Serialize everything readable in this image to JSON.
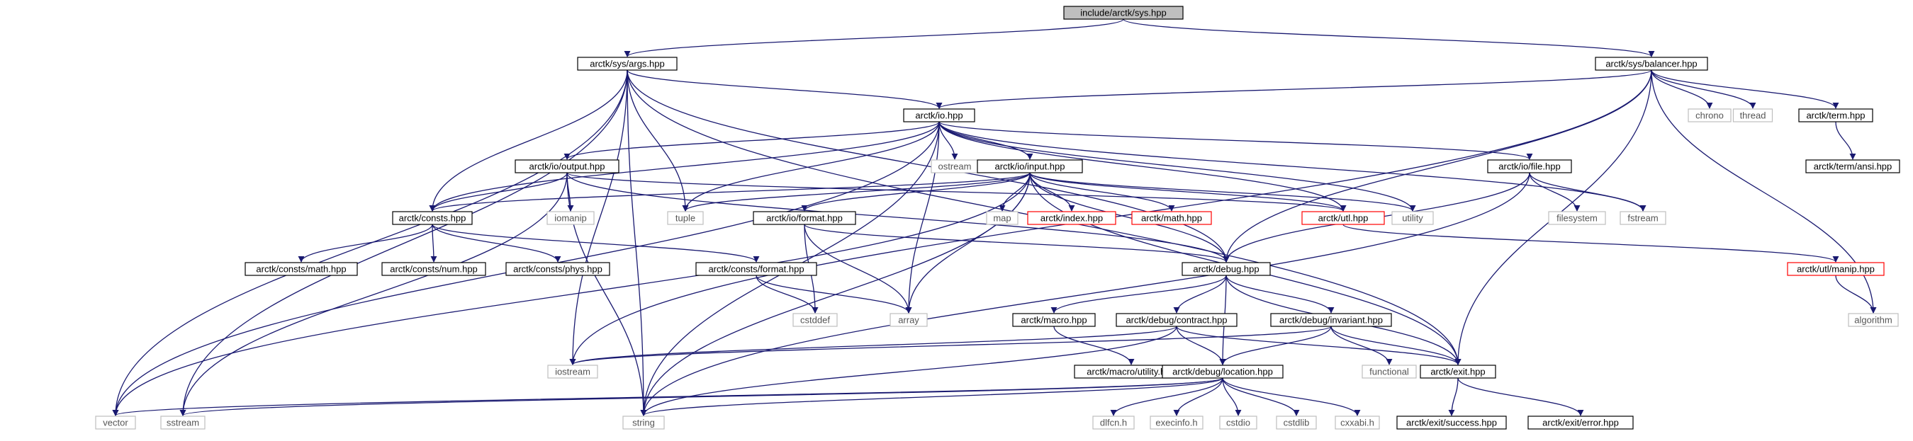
{
  "colors": {
    "edge": "#191970",
    "border_normal": "#000000",
    "border_external": "#bfbfbf",
    "border_truncated": "#ff0000",
    "root_fill": "#bfbfbf",
    "node_fill": "#ffffff",
    "text": "#000000",
    "text_external": "#555555"
  },
  "nodes": [
    {
      "id": "root",
      "label": "include/arctk/sys.hpp",
      "kind": "root"
    },
    {
      "id": "args",
      "label": "arctk/sys/args.hpp",
      "kind": "normal"
    },
    {
      "id": "balancer",
      "label": "arctk/sys/balancer.hpp",
      "kind": "normal"
    },
    {
      "id": "io",
      "label": "arctk/io.hpp",
      "kind": "normal"
    },
    {
      "id": "chrono",
      "label": "chrono",
      "kind": "external"
    },
    {
      "id": "thread",
      "label": "thread",
      "kind": "external"
    },
    {
      "id": "term",
      "label": "arctk/term.hpp",
      "kind": "normal"
    },
    {
      "id": "termansi",
      "label": "arctk/term/ansi.hpp",
      "kind": "normal"
    },
    {
      "id": "ostream",
      "label": "ostream",
      "kind": "external"
    },
    {
      "id": "output",
      "label": "arctk/io/output.hpp",
      "kind": "normal"
    },
    {
      "id": "input",
      "label": "arctk/io/input.hpp",
      "kind": "normal"
    },
    {
      "id": "file",
      "label": "arctk/io/file.hpp",
      "kind": "normal"
    },
    {
      "id": "consts",
      "label": "arctk/consts.hpp",
      "kind": "normal"
    },
    {
      "id": "iomanip",
      "label": "iomanip",
      "kind": "external"
    },
    {
      "id": "tuple",
      "label": "tuple",
      "kind": "external"
    },
    {
      "id": "format",
      "label": "arctk/io/format.hpp",
      "kind": "normal"
    },
    {
      "id": "map",
      "label": "map",
      "kind": "external"
    },
    {
      "id": "index",
      "label": "arctk/index.hpp",
      "kind": "truncated"
    },
    {
      "id": "math",
      "label": "arctk/math.hpp",
      "kind": "truncated"
    },
    {
      "id": "utl",
      "label": "arctk/utl.hpp",
      "kind": "truncated"
    },
    {
      "id": "utility",
      "label": "utility",
      "kind": "external"
    },
    {
      "id": "filesystem",
      "label": "filesystem",
      "kind": "external"
    },
    {
      "id": "fstream",
      "label": "fstream",
      "kind": "external"
    },
    {
      "id": "cmath",
      "label": "arctk/consts/math.hpp",
      "kind": "normal"
    },
    {
      "id": "cnum",
      "label": "arctk/consts/num.hpp",
      "kind": "normal"
    },
    {
      "id": "cphys",
      "label": "arctk/consts/phys.hpp",
      "kind": "normal"
    },
    {
      "id": "cformat",
      "label": "arctk/consts/format.hpp",
      "kind": "normal"
    },
    {
      "id": "debug",
      "label": "arctk/debug.hpp",
      "kind": "normal"
    },
    {
      "id": "manip",
      "label": "arctk/utl/manip.hpp",
      "kind": "truncated"
    },
    {
      "id": "cstddef",
      "label": "cstddef",
      "kind": "external"
    },
    {
      "id": "array",
      "label": "array",
      "kind": "external"
    },
    {
      "id": "algorithm",
      "label": "algorithm",
      "kind": "external"
    },
    {
      "id": "macro",
      "label": "arctk/macro.hpp",
      "kind": "normal"
    },
    {
      "id": "contract",
      "label": "arctk/debug/contract.hpp",
      "kind": "normal"
    },
    {
      "id": "invariant",
      "label": "arctk/debug/invariant.hpp",
      "kind": "normal"
    },
    {
      "id": "iostream",
      "label": "iostream",
      "kind": "external"
    },
    {
      "id": "macroutil",
      "label": "arctk/macro/utility.hpp",
      "kind": "normal"
    },
    {
      "id": "functional",
      "label": "functional",
      "kind": "external"
    },
    {
      "id": "exit",
      "label": "arctk/exit.hpp",
      "kind": "normal"
    },
    {
      "id": "location",
      "label": "arctk/debug/location.hpp",
      "kind": "normal"
    },
    {
      "id": "vector",
      "label": "vector",
      "kind": "external"
    },
    {
      "id": "sstream",
      "label": "sstream",
      "kind": "external"
    },
    {
      "id": "string",
      "label": "string",
      "kind": "external"
    },
    {
      "id": "dlfcn",
      "label": "dlfcn.h",
      "kind": "external"
    },
    {
      "id": "execinfo",
      "label": "execinfo.h",
      "kind": "external"
    },
    {
      "id": "cstdio",
      "label": "cstdio",
      "kind": "external"
    },
    {
      "id": "cstdlib",
      "label": "cstdlib",
      "kind": "external"
    },
    {
      "id": "cxxabi",
      "label": "cxxabi.h",
      "kind": "external"
    },
    {
      "id": "success",
      "label": "arctk/exit/success.hpp",
      "kind": "normal"
    },
    {
      "id": "error",
      "label": "arctk/exit/error.hpp",
      "kind": "normal"
    }
  ],
  "edges": [
    [
      "root",
      "args"
    ],
    [
      "root",
      "balancer"
    ],
    [
      "args",
      "io"
    ],
    [
      "args",
      "consts"
    ],
    [
      "args",
      "tuple"
    ],
    [
      "args",
      "debug"
    ],
    [
      "args",
      "exit"
    ],
    [
      "args",
      "vector"
    ],
    [
      "args",
      "sstream"
    ],
    [
      "args",
      "string"
    ],
    [
      "args",
      "iostream"
    ],
    [
      "balancer",
      "io"
    ],
    [
      "balancer",
      "chrono"
    ],
    [
      "balancer",
      "thread"
    ],
    [
      "balancer",
      "term"
    ],
    [
      "balancer",
      "algorithm"
    ],
    [
      "balancer",
      "debug"
    ],
    [
      "balancer",
      "exit"
    ],
    [
      "balancer",
      "iostream"
    ],
    [
      "term",
      "termansi"
    ],
    [
      "io",
      "ostream"
    ],
    [
      "io",
      "output"
    ],
    [
      "io",
      "input"
    ],
    [
      "io",
      "file"
    ],
    [
      "io",
      "consts"
    ],
    [
      "io",
      "tuple"
    ],
    [
      "io",
      "utl"
    ],
    [
      "io",
      "utility"
    ],
    [
      "io",
      "fstream"
    ],
    [
      "io",
      "vector"
    ],
    [
      "io",
      "string"
    ],
    [
      "io",
      "array"
    ],
    [
      "output",
      "consts"
    ],
    [
      "output",
      "iomanip"
    ],
    [
      "output",
      "utl"
    ],
    [
      "output",
      "debug"
    ],
    [
      "output",
      "string"
    ],
    [
      "output",
      "sstream"
    ],
    [
      "input",
      "consts"
    ],
    [
      "input",
      "tuple"
    ],
    [
      "input",
      "format"
    ],
    [
      "input",
      "map"
    ],
    [
      "input",
      "index"
    ],
    [
      "input",
      "math"
    ],
    [
      "input",
      "utl"
    ],
    [
      "input",
      "utility"
    ],
    [
      "input",
      "debug"
    ],
    [
      "input",
      "exit"
    ],
    [
      "input",
      "string"
    ],
    [
      "input",
      "array"
    ],
    [
      "input",
      "vector"
    ],
    [
      "file",
      "filesystem"
    ],
    [
      "file",
      "fstream"
    ],
    [
      "file",
      "debug"
    ],
    [
      "file",
      "string"
    ],
    [
      "consts",
      "cmath"
    ],
    [
      "consts",
      "cnum"
    ],
    [
      "consts",
      "cphys"
    ],
    [
      "consts",
      "cformat"
    ],
    [
      "format",
      "debug"
    ],
    [
      "format",
      "cstddef"
    ],
    [
      "format",
      "array"
    ],
    [
      "cformat",
      "cstddef"
    ],
    [
      "cformat",
      "array"
    ],
    [
      "utl",
      "manip"
    ],
    [
      "manip",
      "algorithm"
    ],
    [
      "debug",
      "macro"
    ],
    [
      "debug",
      "contract"
    ],
    [
      "debug",
      "invariant"
    ],
    [
      "debug",
      "location"
    ],
    [
      "debug",
      "exit"
    ],
    [
      "macro",
      "macroutil"
    ],
    [
      "contract",
      "location"
    ],
    [
      "contract",
      "exit"
    ],
    [
      "contract",
      "iostream"
    ],
    [
      "contract",
      "string"
    ],
    [
      "invariant",
      "location"
    ],
    [
      "invariant",
      "functional"
    ],
    [
      "invariant",
      "exit"
    ],
    [
      "invariant",
      "iostream"
    ],
    [
      "location",
      "vector"
    ],
    [
      "location",
      "sstream"
    ],
    [
      "location",
      "string"
    ],
    [
      "location",
      "dlfcn"
    ],
    [
      "location",
      "execinfo"
    ],
    [
      "location",
      "cstdio"
    ],
    [
      "location",
      "cstdlib"
    ],
    [
      "location",
      "cxxabi"
    ],
    [
      "exit",
      "success"
    ],
    [
      "exit",
      "error"
    ]
  ]
}
